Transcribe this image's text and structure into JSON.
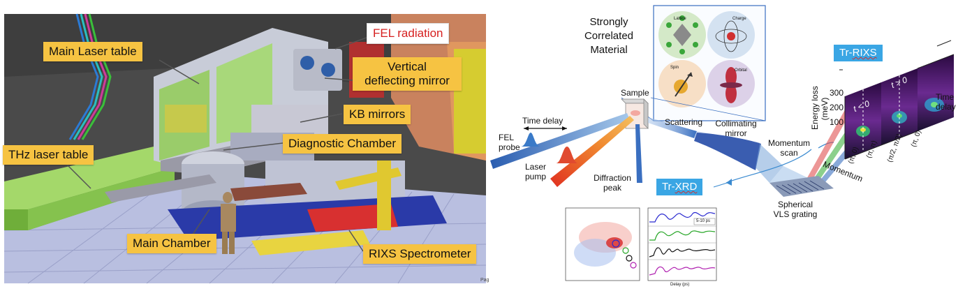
{
  "left": {
    "callouts": {
      "fel_radiation": "FEL radiation",
      "main_laser_table": "Main Laser table",
      "vertical_mirror_line1": "Vertical",
      "vertical_mirror_line2": "deflecting mirror",
      "kb_mirrors": "KB mirrors",
      "diagnostic_chamber": "Diagnostic Chamber",
      "thz_laser_table": "THz laser table",
      "main_chamber": "Main Chamber",
      "rixs_spectrometer": "RIXS Spectrometer"
    },
    "page_mark": "Pag"
  },
  "right": {
    "material_title_line1": "Strongly",
    "material_title_line2": "Correlated",
    "material_title_line3": "Material",
    "orders": {
      "lattice": "Lattice",
      "charge": "Charge",
      "spin": "Spin",
      "orbital": "Orbital"
    },
    "sample": "Sample",
    "time_delay_left": "Time delay",
    "fel_probe_line1": "FEL",
    "fel_probe_line2": "probe",
    "laser_pump_line1": "Laser",
    "laser_pump_line2": "pump",
    "scattering": "Scattering",
    "collimating_line1": "Collimating",
    "collimating_line2": "mirror",
    "diffraction_line1": "Diffraction",
    "diffraction_line2": "peak",
    "tr_xrd_prefix": "Tr-",
    "tr_xrd_main": "XRD",
    "tr_rixs_prefix": "Tr-",
    "tr_rixs_main": "RIXS",
    "momentum_scan_line1": "Momentum",
    "momentum_scan_line2": "scan",
    "momentum": "Momentum",
    "grating_line1": "Spherical",
    "grating_line2": "VLS grating",
    "energy_loss_line1": "Energy loss",
    "energy_loss_line2": "(meV)",
    "energy_ticks": [
      "300",
      "200",
      "100"
    ],
    "t_less": "t < 0",
    "t_greater": "t > 0",
    "time_delay_right_line1": "Time",
    "time_delay_right_line2": "delay",
    "momentum_ticks": [
      "(π, 0)",
      "(π, π)",
      "(π/2, π/2)",
      "(π, 0)"
    ],
    "inset_annotation": "5-10 ps",
    "inset_xlabel": "Delay (ps)"
  },
  "colors": {
    "callout_fill": "#f6c342",
    "fel_text": "#d62020",
    "tag_fill": "#3aa6e4",
    "trace_blue": "#2a2ad0",
    "trace_green": "#27a627",
    "trace_black": "#111111",
    "trace_magenta": "#b020b0"
  }
}
